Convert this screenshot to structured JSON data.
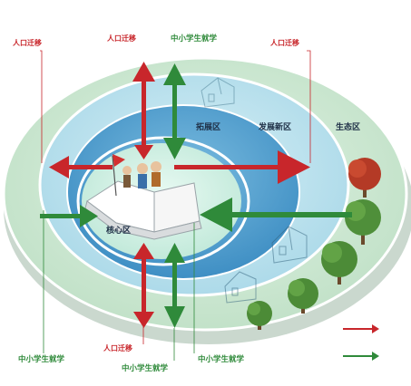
{
  "zones": {
    "core": "核心区",
    "expansion": "拓展区",
    "new_development": "发展新区",
    "ecological": "生态区"
  },
  "labels": {
    "migration_top_left": "人口迁移",
    "migration_top_center": "人口迁移",
    "migration_top_right": "人口迁移",
    "migration_bottom": "人口迁移",
    "students_top": "中小学生就学",
    "students_bottom_left": "中小学生就学",
    "students_bottom_center": "中小学生就学",
    "students_bottom_right": "中小学生就学"
  },
  "legend": {
    "red_arrow": "red-arrow-icon",
    "green_arrow": "green-arrow-icon"
  },
  "colors": {
    "migration": "#c8262b",
    "students": "#2f8a3a",
    "ecological_ring": "#cfe9d4",
    "new_development_ring": "#bde2ec",
    "expansion_ring": "#5aa6d1",
    "core": "#cfeee3"
  }
}
